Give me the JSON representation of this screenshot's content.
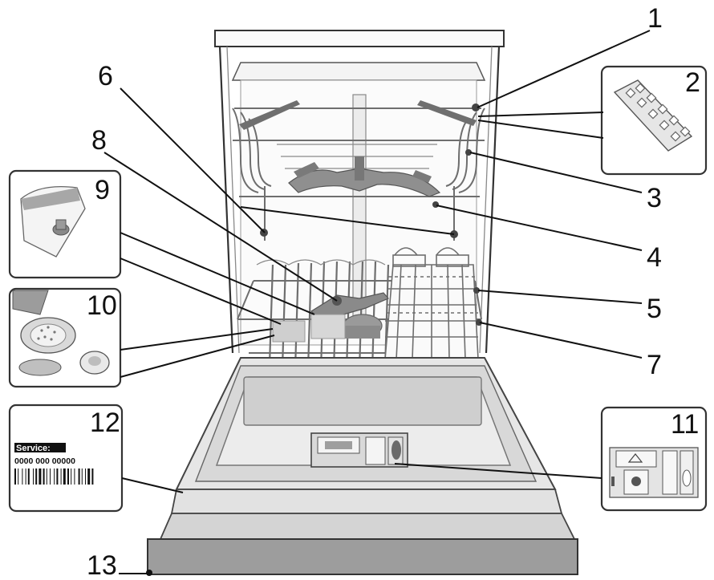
{
  "callouts": [
    {
      "id": "1",
      "label": "1"
    },
    {
      "id": "2",
      "label": "2"
    },
    {
      "id": "3",
      "label": "3"
    },
    {
      "id": "4",
      "label": "4"
    },
    {
      "id": "5",
      "label": "5"
    },
    {
      "id": "6",
      "label": "6"
    },
    {
      "id": "7",
      "label": "7"
    },
    {
      "id": "8",
      "label": "8"
    },
    {
      "id": "9",
      "label": "9"
    },
    {
      "id": "10",
      "label": "10"
    },
    {
      "id": "11",
      "label": "11"
    },
    {
      "id": "12",
      "label": "12"
    },
    {
      "id": "13",
      "label": "13"
    }
  ],
  "service_label": {
    "heading": "Service:",
    "number": "0000 000 00000"
  },
  "colors": {
    "line": "#111111",
    "wire": "#6e6e6e",
    "fill_light": "#e9e9e9",
    "fill_mid": "#c9c9c9",
    "fill_dark": "#8f8f8f"
  }
}
